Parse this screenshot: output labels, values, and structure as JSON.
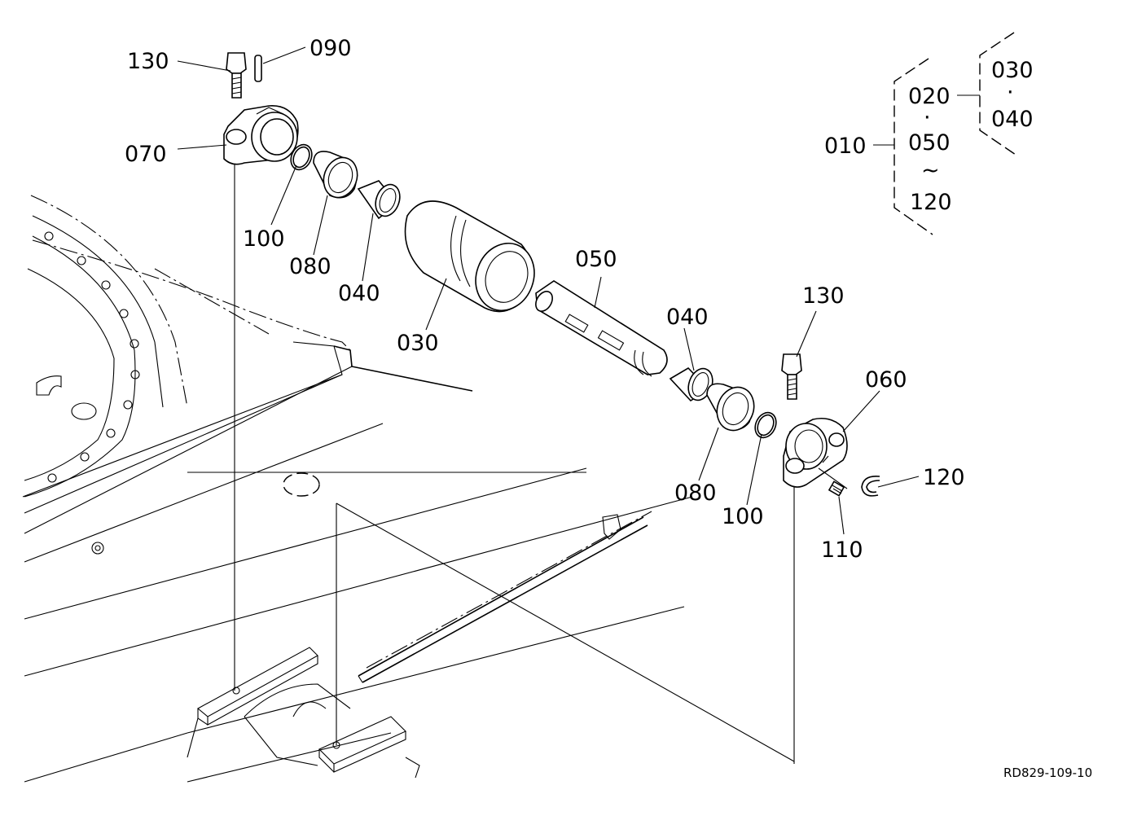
{
  "callouts": {
    "c130a": "130",
    "c090": "090",
    "c070": "070",
    "c100a": "100",
    "c080a": "080",
    "c040a": "040",
    "c030": "030",
    "c050": "050",
    "c040b": "040",
    "c130b": "130",
    "c060": "060",
    "c080b": "080",
    "c100b": "100",
    "c120": "120",
    "c110": "110"
  },
  "legend": {
    "root": "010",
    "g1_top": "020",
    "g1_dot": "·",
    "g1_mid": "050",
    "g1_tilde": "~",
    "g1_bot": "120",
    "g2_top": "030",
    "g2_dot": "·",
    "g2_bot": "040"
  },
  "reference": "RD829-109-10"
}
